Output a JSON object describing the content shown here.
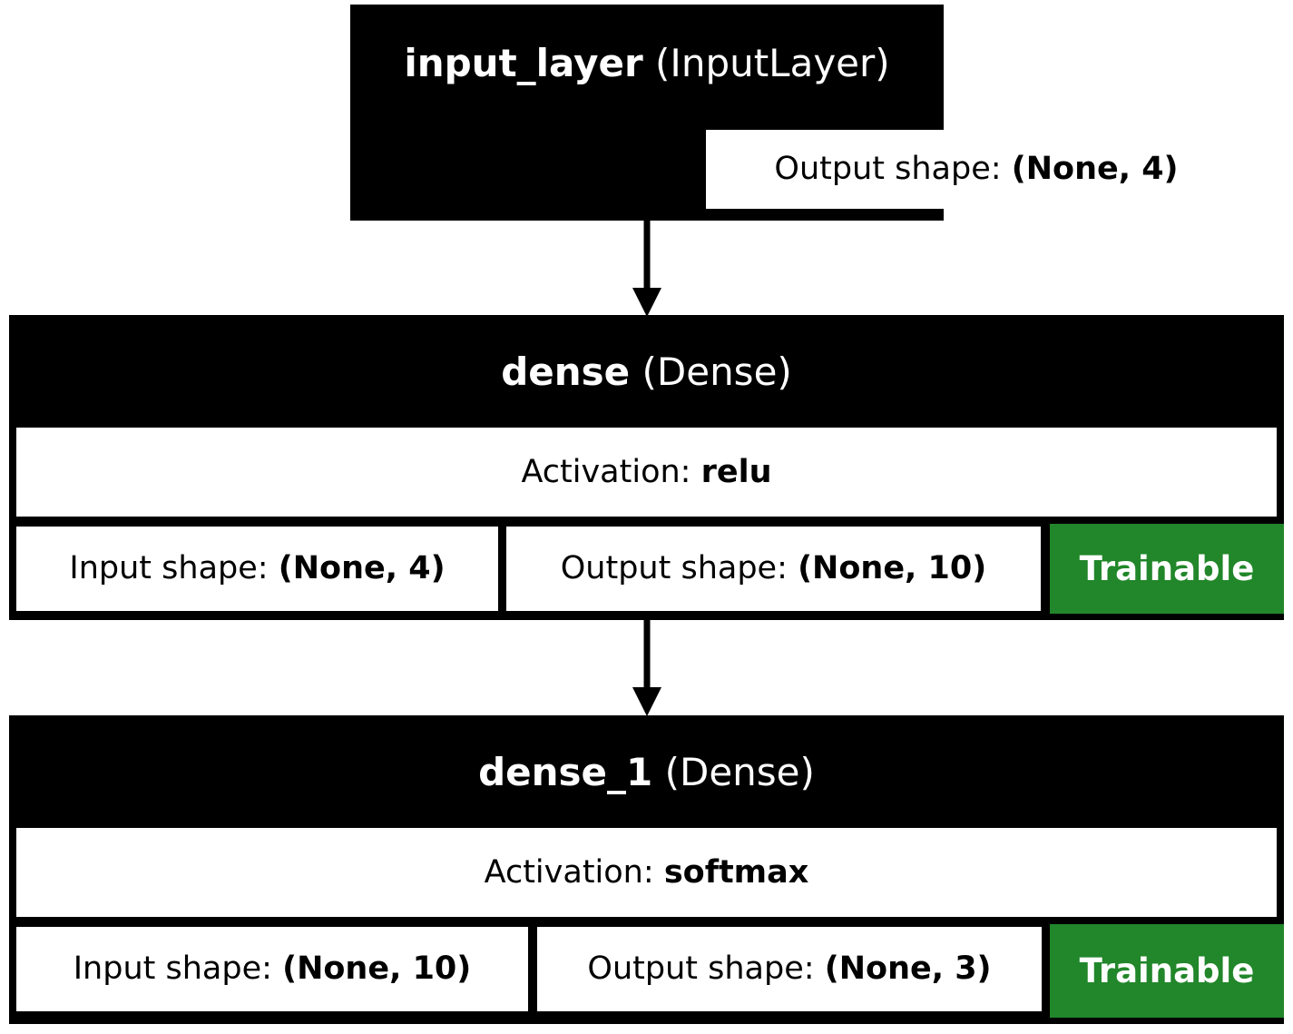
{
  "diagram": {
    "type": "keras-model-plot",
    "title": "Keras Sequential model architecture",
    "colors": {
      "node_header_bg": "#000000",
      "node_header_text": "#ffffff",
      "cell_bg": "#ffffff",
      "cell_text": "#000000",
      "trainable_bg": "#21872a",
      "trainable_text": "#ffffff",
      "edge": "#000000"
    }
  },
  "nodes": [
    {
      "id": "input_layer",
      "name": "input_layer",
      "class": "(InputLayer)",
      "output_shape_label": "Output shape:",
      "output_shape_value": "(None, 4)"
    },
    {
      "id": "dense",
      "name": "dense",
      "class": "(Dense)",
      "activation_label": "Activation:",
      "activation_value": "relu",
      "input_shape_label": "Input shape:",
      "input_shape_value": "(None, 4)",
      "output_shape_label": "Output shape:",
      "output_shape_value": "(None, 10)",
      "trainable_label": "Trainable"
    },
    {
      "id": "dense_1",
      "name": "dense_1",
      "class": "(Dense)",
      "activation_label": "Activation:",
      "activation_value": "softmax",
      "input_shape_label": "Input shape:",
      "input_shape_value": "(None, 10)",
      "output_shape_label": "Output shape:",
      "output_shape_value": "(None, 3)",
      "trainable_label": "Trainable"
    }
  ],
  "edges": [
    {
      "from": "input_layer",
      "to": "dense"
    },
    {
      "from": "dense",
      "to": "dense_1"
    }
  ]
}
